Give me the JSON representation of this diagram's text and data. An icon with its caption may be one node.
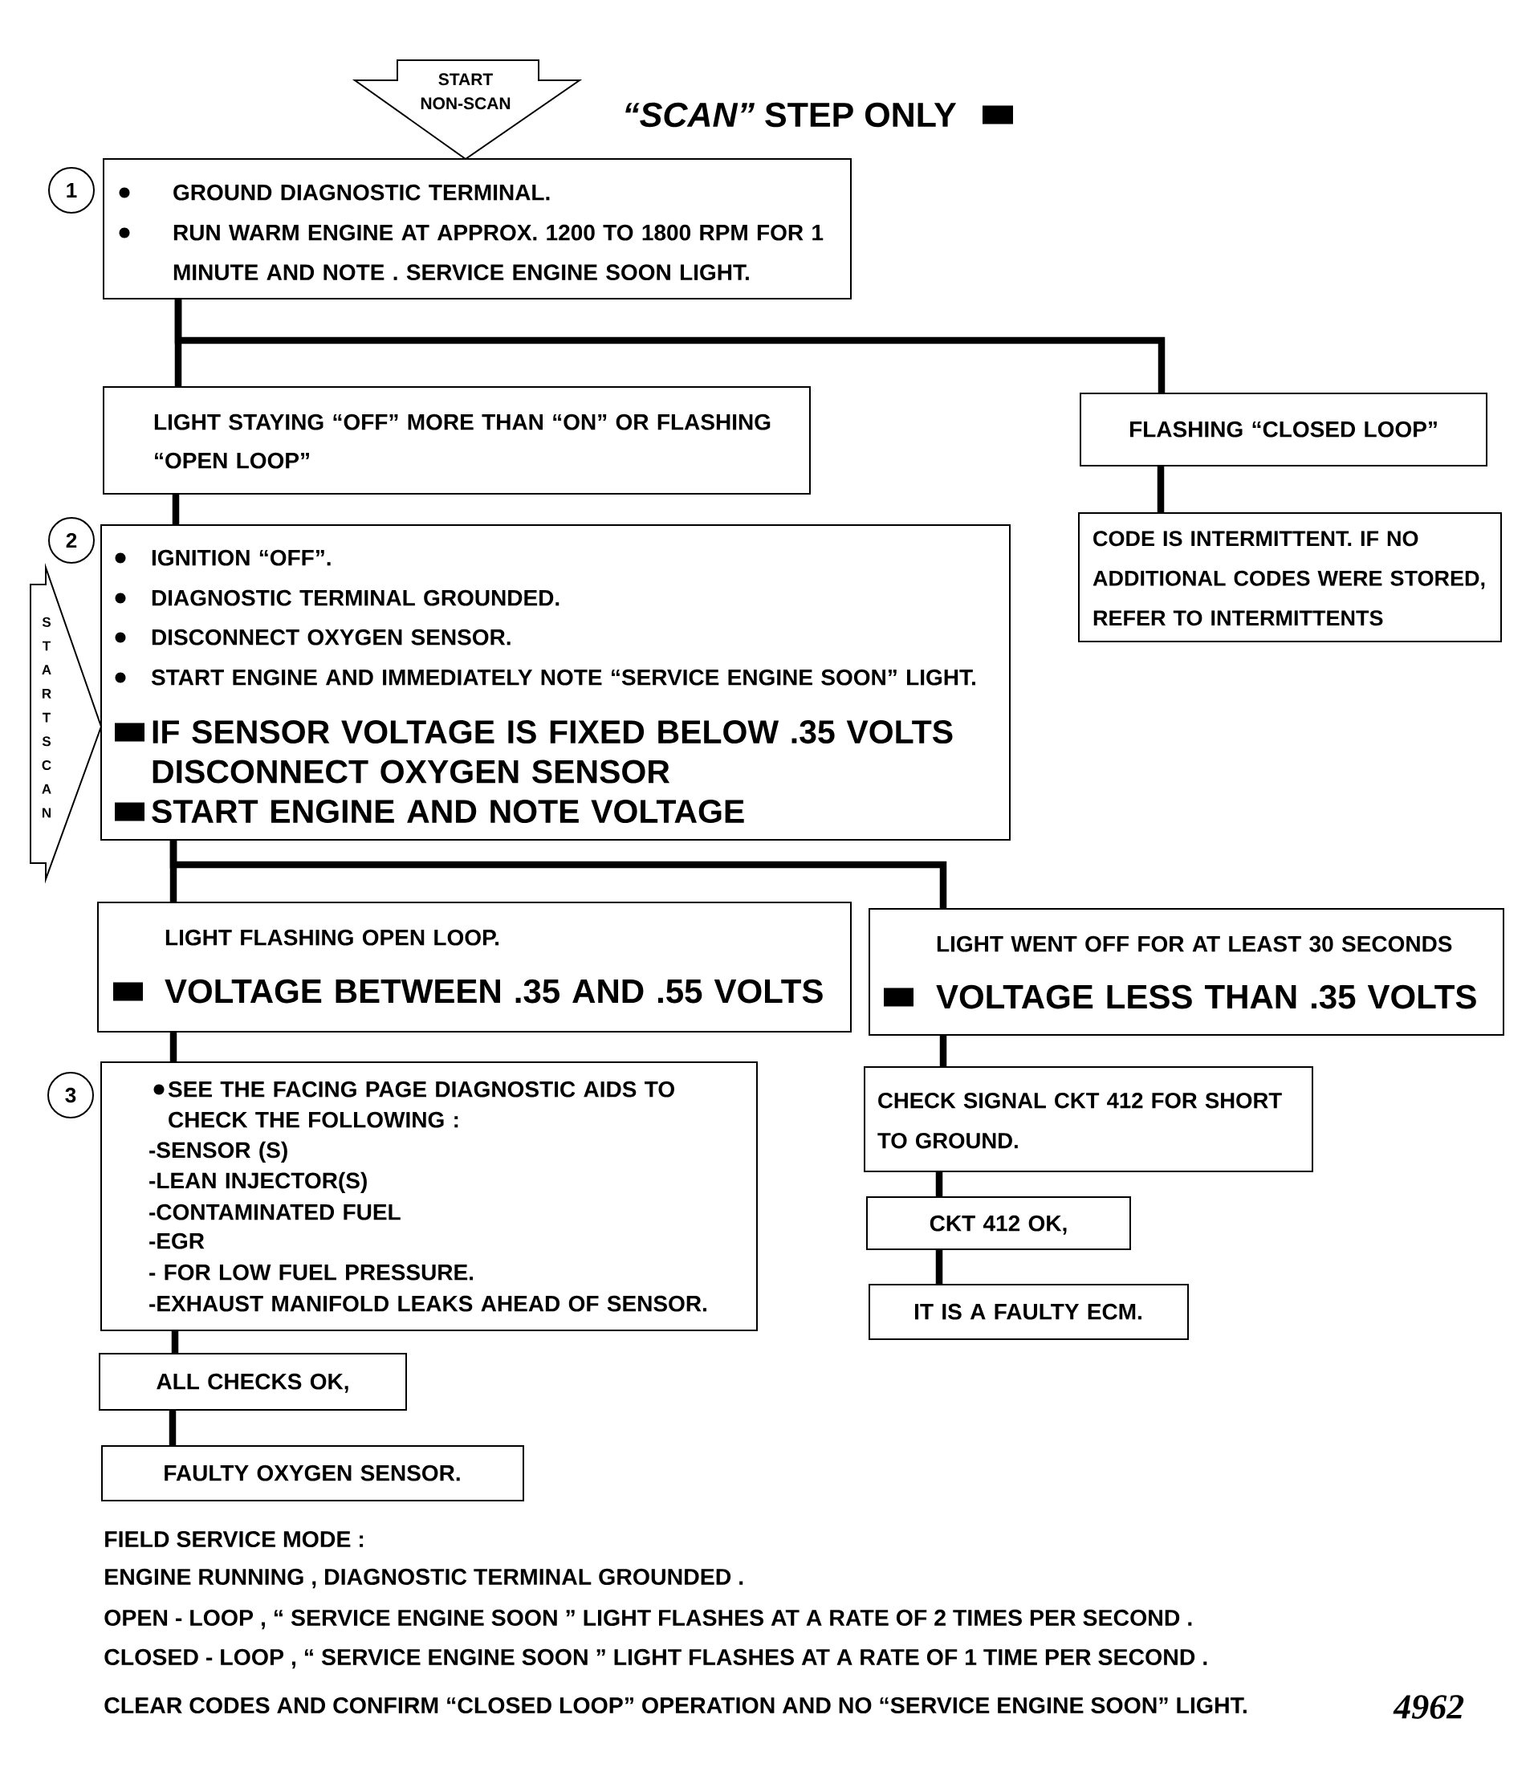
{
  "diagram": {
    "nodes": [
      {
        "text": [
          "1"
        ]
      },
      {
        "text": [
          "GROUND DIAGNOSTIC TERMINAL.",
          "RUN WARM ENGINE AT APPROX. 1200 TO 1800 RPM FOR 1 MINUTE AND NOTE . SERVICE ENGINE SOON LIGHT."
        ]
      },
      {
        "text": [
          "LIGHT STAYING “OFF” MORE THAN “ON” OR FLASHING “OPEN LOOP”"
        ]
      },
      {
        "text": [
          "FLASHING “CLOSED LOOP”"
        ]
      },
      {
        "text": [
          "CODE IS INTERMITTENT. IF NO ADDITIONAL CODES WERE STORED, REFER TO INTERMITTENTS"
        ]
      },
      {
        "text": [
          "2"
        ]
      },
      {
        "text": [
          "IGNITION “OFF”.",
          "DIAGNOSTIC TERMINAL GROUNDED.",
          "DISCONNECT OXYGEN SENSOR.",
          "START ENGINE AND IMMEDIATELY NOTE “SERVICE ENGINE SOON” LIGHT.",
          "IF SENSOR VOLTAGE IS FIXED BELOW .35 VOLTS DISCONNECT OXYGEN SENSOR",
          "START ENGINE AND NOTE VOLTAGE"
        ]
      },
      {
        "text": [
          "LIGHT FLASHING OPEN LOOP.",
          "VOLTAGE BETWEEN .35 AND .55 VOLTS"
        ]
      },
      {
        "text": [
          "LIGHT WENT OFF FOR AT LEAST 30 SECONDS",
          "VOLTAGE LESS THAN .35 VOLTS"
        ]
      },
      {
        "text": [
          "3"
        ]
      },
      {
        "text": [
          "SEE THE FACING PAGE DIAGNOSTIC AIDS TO CHECK THE FOLLOWING :",
          "-SENSOR (S)",
          "-LEAN INJECTOR(S)",
          "-CONTAMINATED FUEL",
          "-EGR",
          "- FOR LOW FUEL PRESSURE.",
          "-EXHAUST MANIFOLD LEAKS AHEAD OF SENSOR."
        ]
      },
      {
        "text": [
          "CHECK SIGNAL CKT 412 FOR SHORT TO GROUND."
        ]
      },
      {
        "text": [
          "CKT 412 OK,"
        ]
      },
      {
        "text": [
          "IT IS A FAULTY ECM."
        ]
      },
      {
        "text": [
          "ALL CHECKS OK,"
        ]
      },
      {
        "text": [
          "FAULTY OXYGEN SENSOR."
        ]
      }
    ],
    "edges": [
      {
        "from": null,
        "to": 1,
        "arrow": "to",
        "label": "START NON-SCAN"
      },
      {
        "from": 1,
        "to": 2,
        "arrow": "none"
      },
      {
        "from": 1,
        "to": 3,
        "arrow": "none"
      },
      {
        "from": 2,
        "to": 6,
        "arrow": "none"
      },
      {
        "from": 3,
        "to": 4,
        "arrow": "none"
      },
      {
        "from": null,
        "to": 6,
        "arrow": "to",
        "label": "START SCAN"
      },
      {
        "from": 6,
        "to": 7,
        "arrow": "none"
      },
      {
        "from": 6,
        "to": 8,
        "arrow": "none"
      },
      {
        "from": 7,
        "to": 10,
        "arrow": "none"
      },
      {
        "from": 10,
        "to": 14,
        "arrow": "none"
      },
      {
        "from": 14,
        "to": 15,
        "arrow": "none"
      },
      {
        "from": 8,
        "to": 11,
        "arrow": "none"
      },
      {
        "from": 11,
        "to": 12,
        "arrow": "none"
      },
      {
        "from": 12,
        "to": 13,
        "arrow": "none"
      }
    ],
    "labels": [
      "FIELD SERVICE MODE :",
      "ENGINE RUNNING , DIAGNOSTIC TERMINAL GROUNDED .",
      "OPEN - LOOP , “ SERVICE ENGINE SOON ” LIGHT FLASHES AT A RATE OF 2 TIMES PER SECOND .",
      "CLOSED - LOOP , “ SERVICE ENGINE SOON ” LIGHT FLASHES AT A RATE OF 1 TIME PER SECOND .",
      "CLEAR CODES AND CONFIRM “CLOSED LOOP” OPERATION AND NO “SERVICE ENGINE SOON” LIGHT.",
      "4962"
    ],
    "legend": [
      {
        "text": "*“SCAN”* STEP ONLY",
        "color": "#000000"
      }
    ]
  }
}
